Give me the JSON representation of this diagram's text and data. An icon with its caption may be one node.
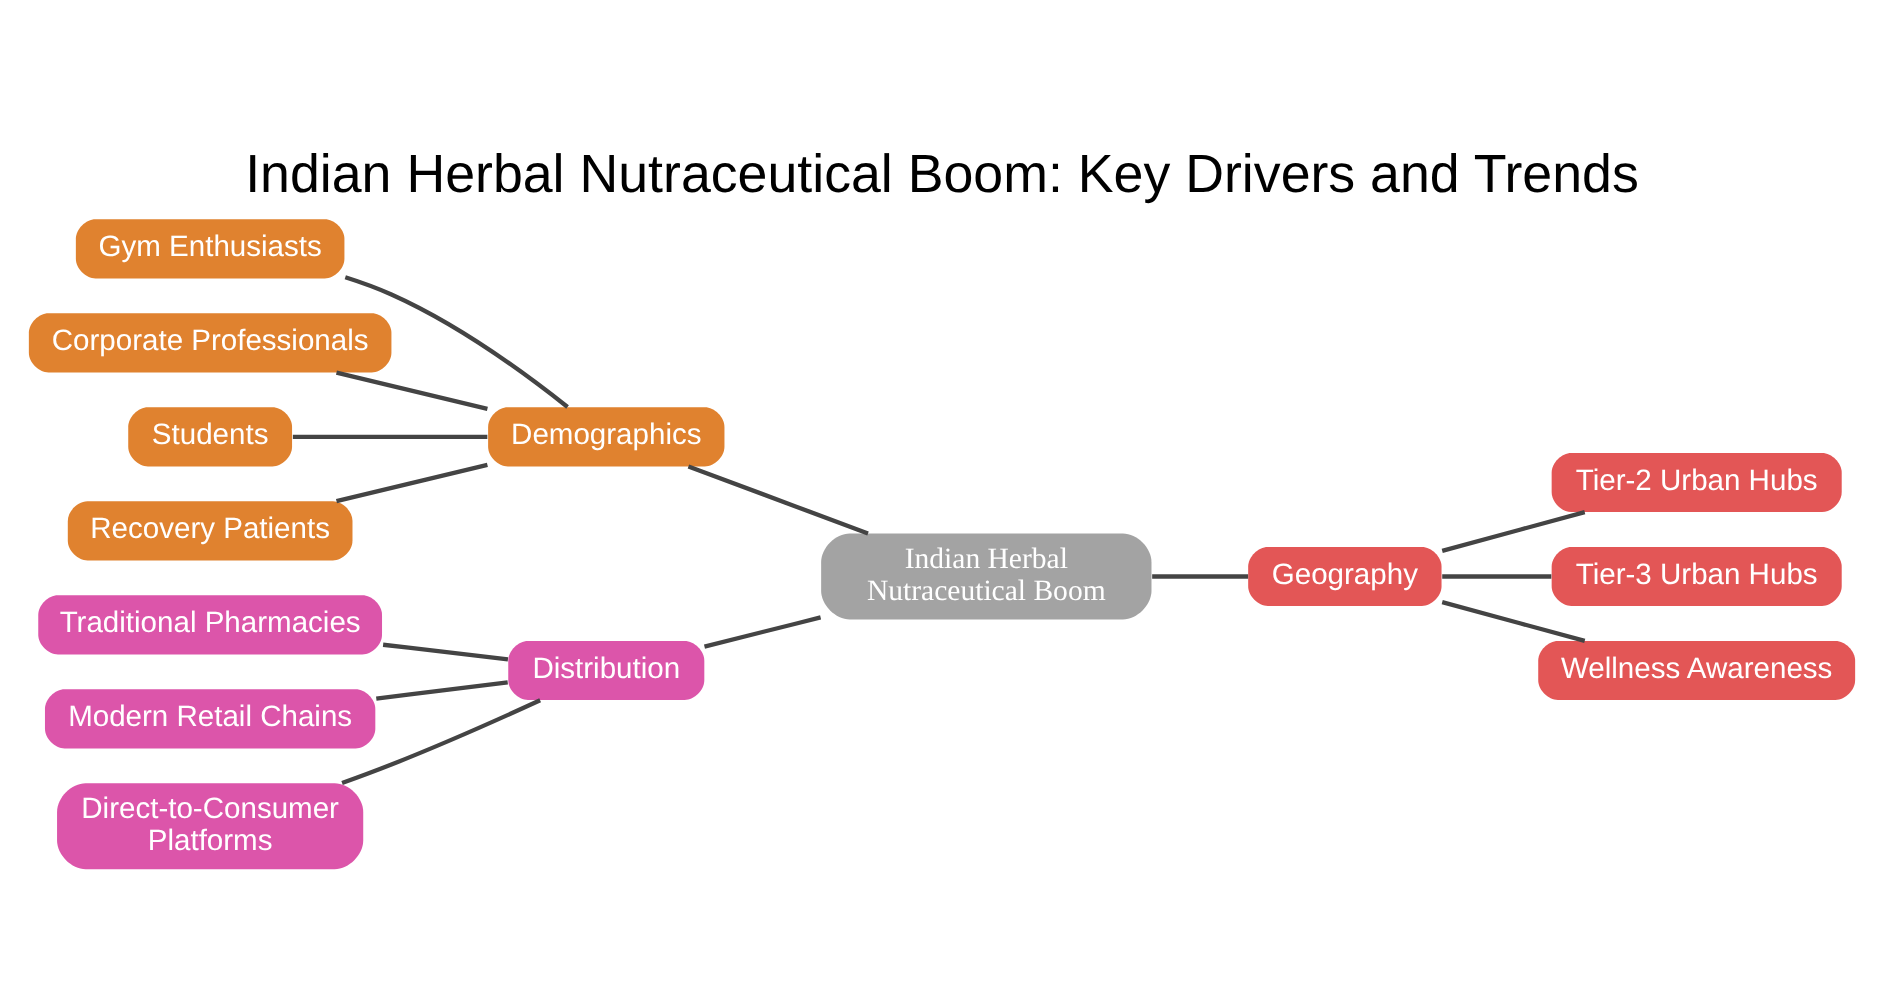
{
  "diagram": {
    "title": "Indian Herbal Nutraceutical Boom: Key Drivers and Trends",
    "nodes": [
      {
        "text": [
          "Indian Herbal Nutraceutical Boom"
        ]
      },
      {
        "text": [
          "Demographics"
        ]
      },
      {
        "text": [
          "Gym Enthusiasts"
        ]
      },
      {
        "text": [
          "Corporate Professionals"
        ]
      },
      {
        "text": [
          "Students"
        ]
      },
      {
        "text": [
          "Recovery Patients"
        ]
      },
      {
        "text": [
          "Distribution"
        ]
      },
      {
        "text": [
          "Traditional Pharmacies"
        ]
      },
      {
        "text": [
          "Modern Retail Chains"
        ]
      },
      {
        "text": [
          "Direct-to-Consumer Platforms"
        ]
      },
      {
        "text": [
          "Geography"
        ]
      },
      {
        "text": [
          "Tier-2 Urban Hubs"
        ]
      },
      {
        "text": [
          "Tier-3 Urban Hubs"
        ]
      },
      {
        "text": [
          "Wellness Awareness"
        ]
      }
    ],
    "edges": [
      {
        "from": 0,
        "to": 1,
        "arrow": "none"
      },
      {
        "from": 0,
        "to": 6,
        "arrow": "none"
      },
      {
        "from": 0,
        "to": 10,
        "arrow": "none"
      },
      {
        "from": 1,
        "to": 2,
        "arrow": "none"
      },
      {
        "from": 1,
        "to": 3,
        "arrow": "none"
      },
      {
        "from": 1,
        "to": 4,
        "arrow": "none"
      },
      {
        "from": 1,
        "to": 5,
        "arrow": "none"
      },
      {
        "from": 6,
        "to": 7,
        "arrow": "none"
      },
      {
        "from": 6,
        "to": 8,
        "arrow": "none"
      },
      {
        "from": 6,
        "to": 9,
        "arrow": "none"
      },
      {
        "from": 10,
        "to": 11,
        "arrow": "none"
      },
      {
        "from": 10,
        "to": 12,
        "arrow": "none"
      },
      {
        "from": 10,
        "to": 13,
        "arrow": "none"
      }
    ]
  }
}
